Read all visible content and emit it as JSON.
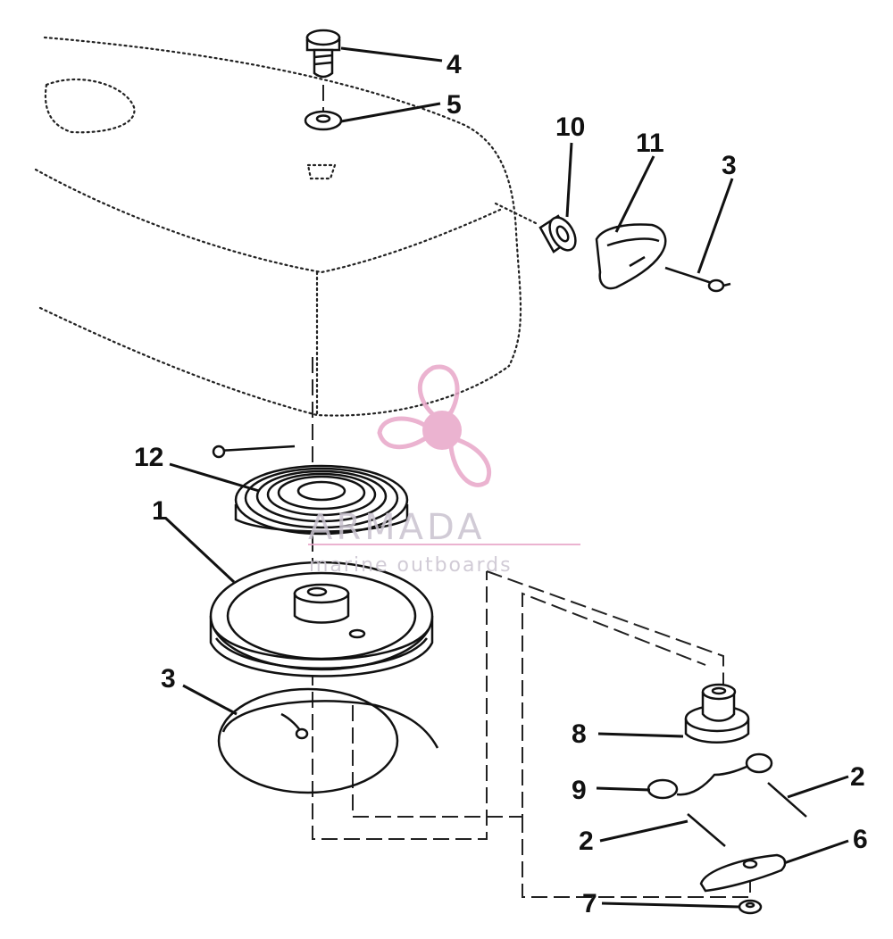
{
  "callouts": [
    {
      "id": "c4",
      "label": "4"
    },
    {
      "id": "c5",
      "label": "5"
    },
    {
      "id": "c10",
      "label": "10"
    },
    {
      "id": "c11",
      "label": "11"
    },
    {
      "id": "c3a",
      "label": "3"
    },
    {
      "id": "c12",
      "label": "12"
    },
    {
      "id": "c1",
      "label": "1"
    },
    {
      "id": "c3b",
      "label": "3"
    },
    {
      "id": "c8",
      "label": "8"
    },
    {
      "id": "c9",
      "label": "9"
    },
    {
      "id": "c2a",
      "label": "2"
    },
    {
      "id": "c2b",
      "label": "2"
    },
    {
      "id": "c6",
      "label": "6"
    },
    {
      "id": "c7",
      "label": "7"
    }
  ],
  "watermark": {
    "brand": "ARMADA",
    "tagline": "marine outboards",
    "color": "#e8a6c8"
  },
  "colors": {
    "ink": "#111111",
    "background": "#ffffff"
  }
}
